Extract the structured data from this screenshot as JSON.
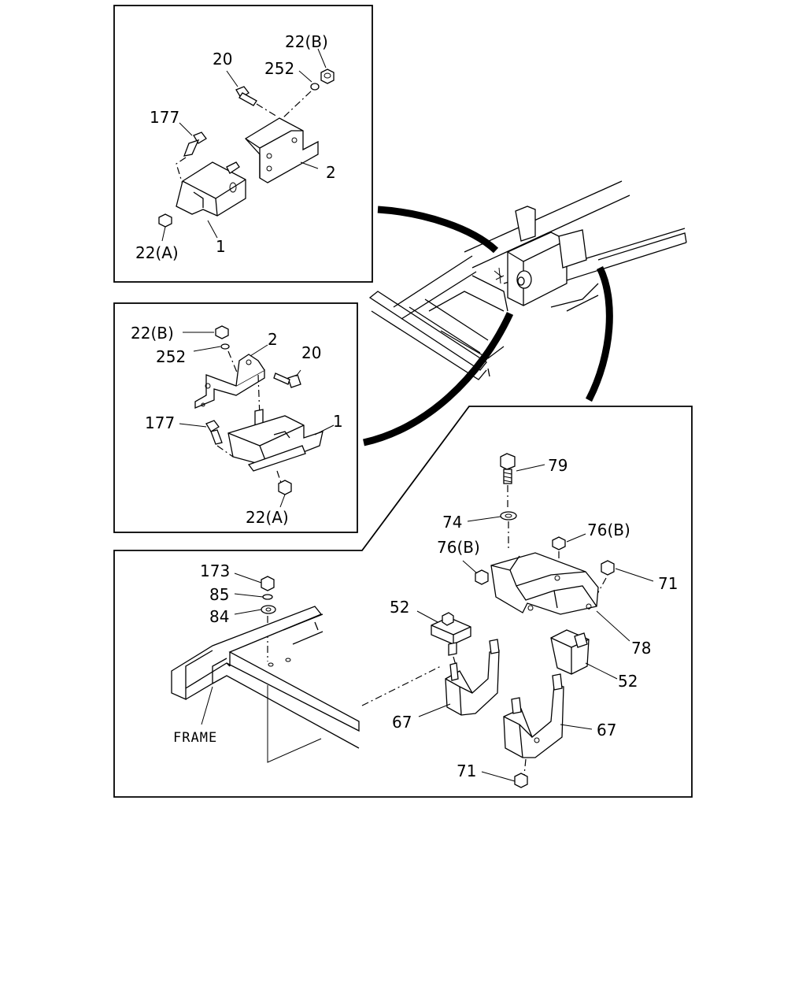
{
  "panel_top_left": {
    "labels": {
      "nut_b": "22(B)",
      "washer": "252",
      "bolt_20": "20",
      "bolt_177": "177",
      "bracket": "2",
      "mount": "1",
      "nut_a": "22(A)"
    }
  },
  "panel_middle_left": {
    "labels": {
      "nut_b": "22(B)",
      "washer": "252",
      "bracket": "2",
      "bolt_20": "20",
      "bolt_177": "177",
      "mount": "1",
      "nut_a": "22(A)"
    }
  },
  "panel_right": {
    "labels": {
      "bolt_79": "79",
      "washer_74": "74",
      "nut_76b_right": "76(B)",
      "nut_76b_left": "76(B)",
      "nut_71_top": "71",
      "crossmember_78": "78",
      "insulator_52_left": "52",
      "insulator_52_right": "52",
      "bracket_67_left": "67",
      "bracket_67_right": "67",
      "nut_71_bottom": "71"
    }
  },
  "panel_bottom_left": {
    "labels": {
      "nut_173": "173",
      "washer_85": "85",
      "washer_84": "84",
      "frame": "FRAME"
    }
  }
}
